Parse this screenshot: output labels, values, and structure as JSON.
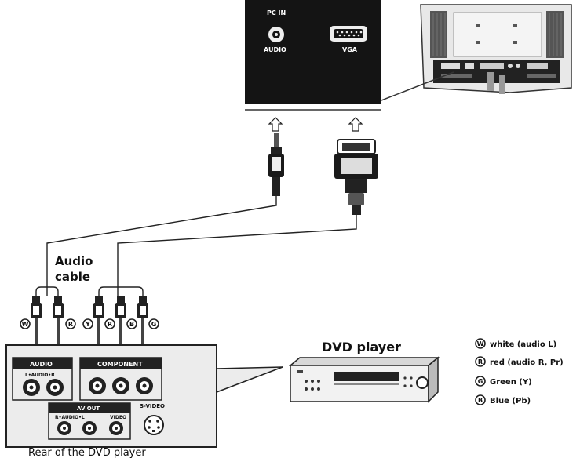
{
  "tv_panel": {
    "pc_in_label": "PC IN",
    "audio_label": "AUDIO",
    "vga_label": "VGA"
  },
  "cable_label_line1": "Audio",
  "cable_label_line2": "cable",
  "dvd_title": "DVD player",
  "rear_panel": {
    "caption": "Rear of the DVD player",
    "audio_section": "AUDIO",
    "audio_sub": "L•AUDIO•R",
    "component_section": "COMPONENT",
    "av_out_section": "AV OUT",
    "av_out_audio": "R•AUDIO•L",
    "av_out_video": "VIDEO",
    "svideo_label": "S-VIDEO"
  },
  "plug_letters": {
    "audio_left": "W",
    "audio_right": "R",
    "comp_1": "Y",
    "comp_2": "R",
    "comp_3": "B",
    "comp_4": "G"
  },
  "legend": [
    {
      "letter": "W",
      "text": "white (audio L)"
    },
    {
      "letter": "R",
      "text": "red (audio R, Pr)"
    },
    {
      "letter": "G",
      "text": "Green (Y)"
    },
    {
      "letter": "B",
      "text": "Blue (Pb)"
    }
  ]
}
